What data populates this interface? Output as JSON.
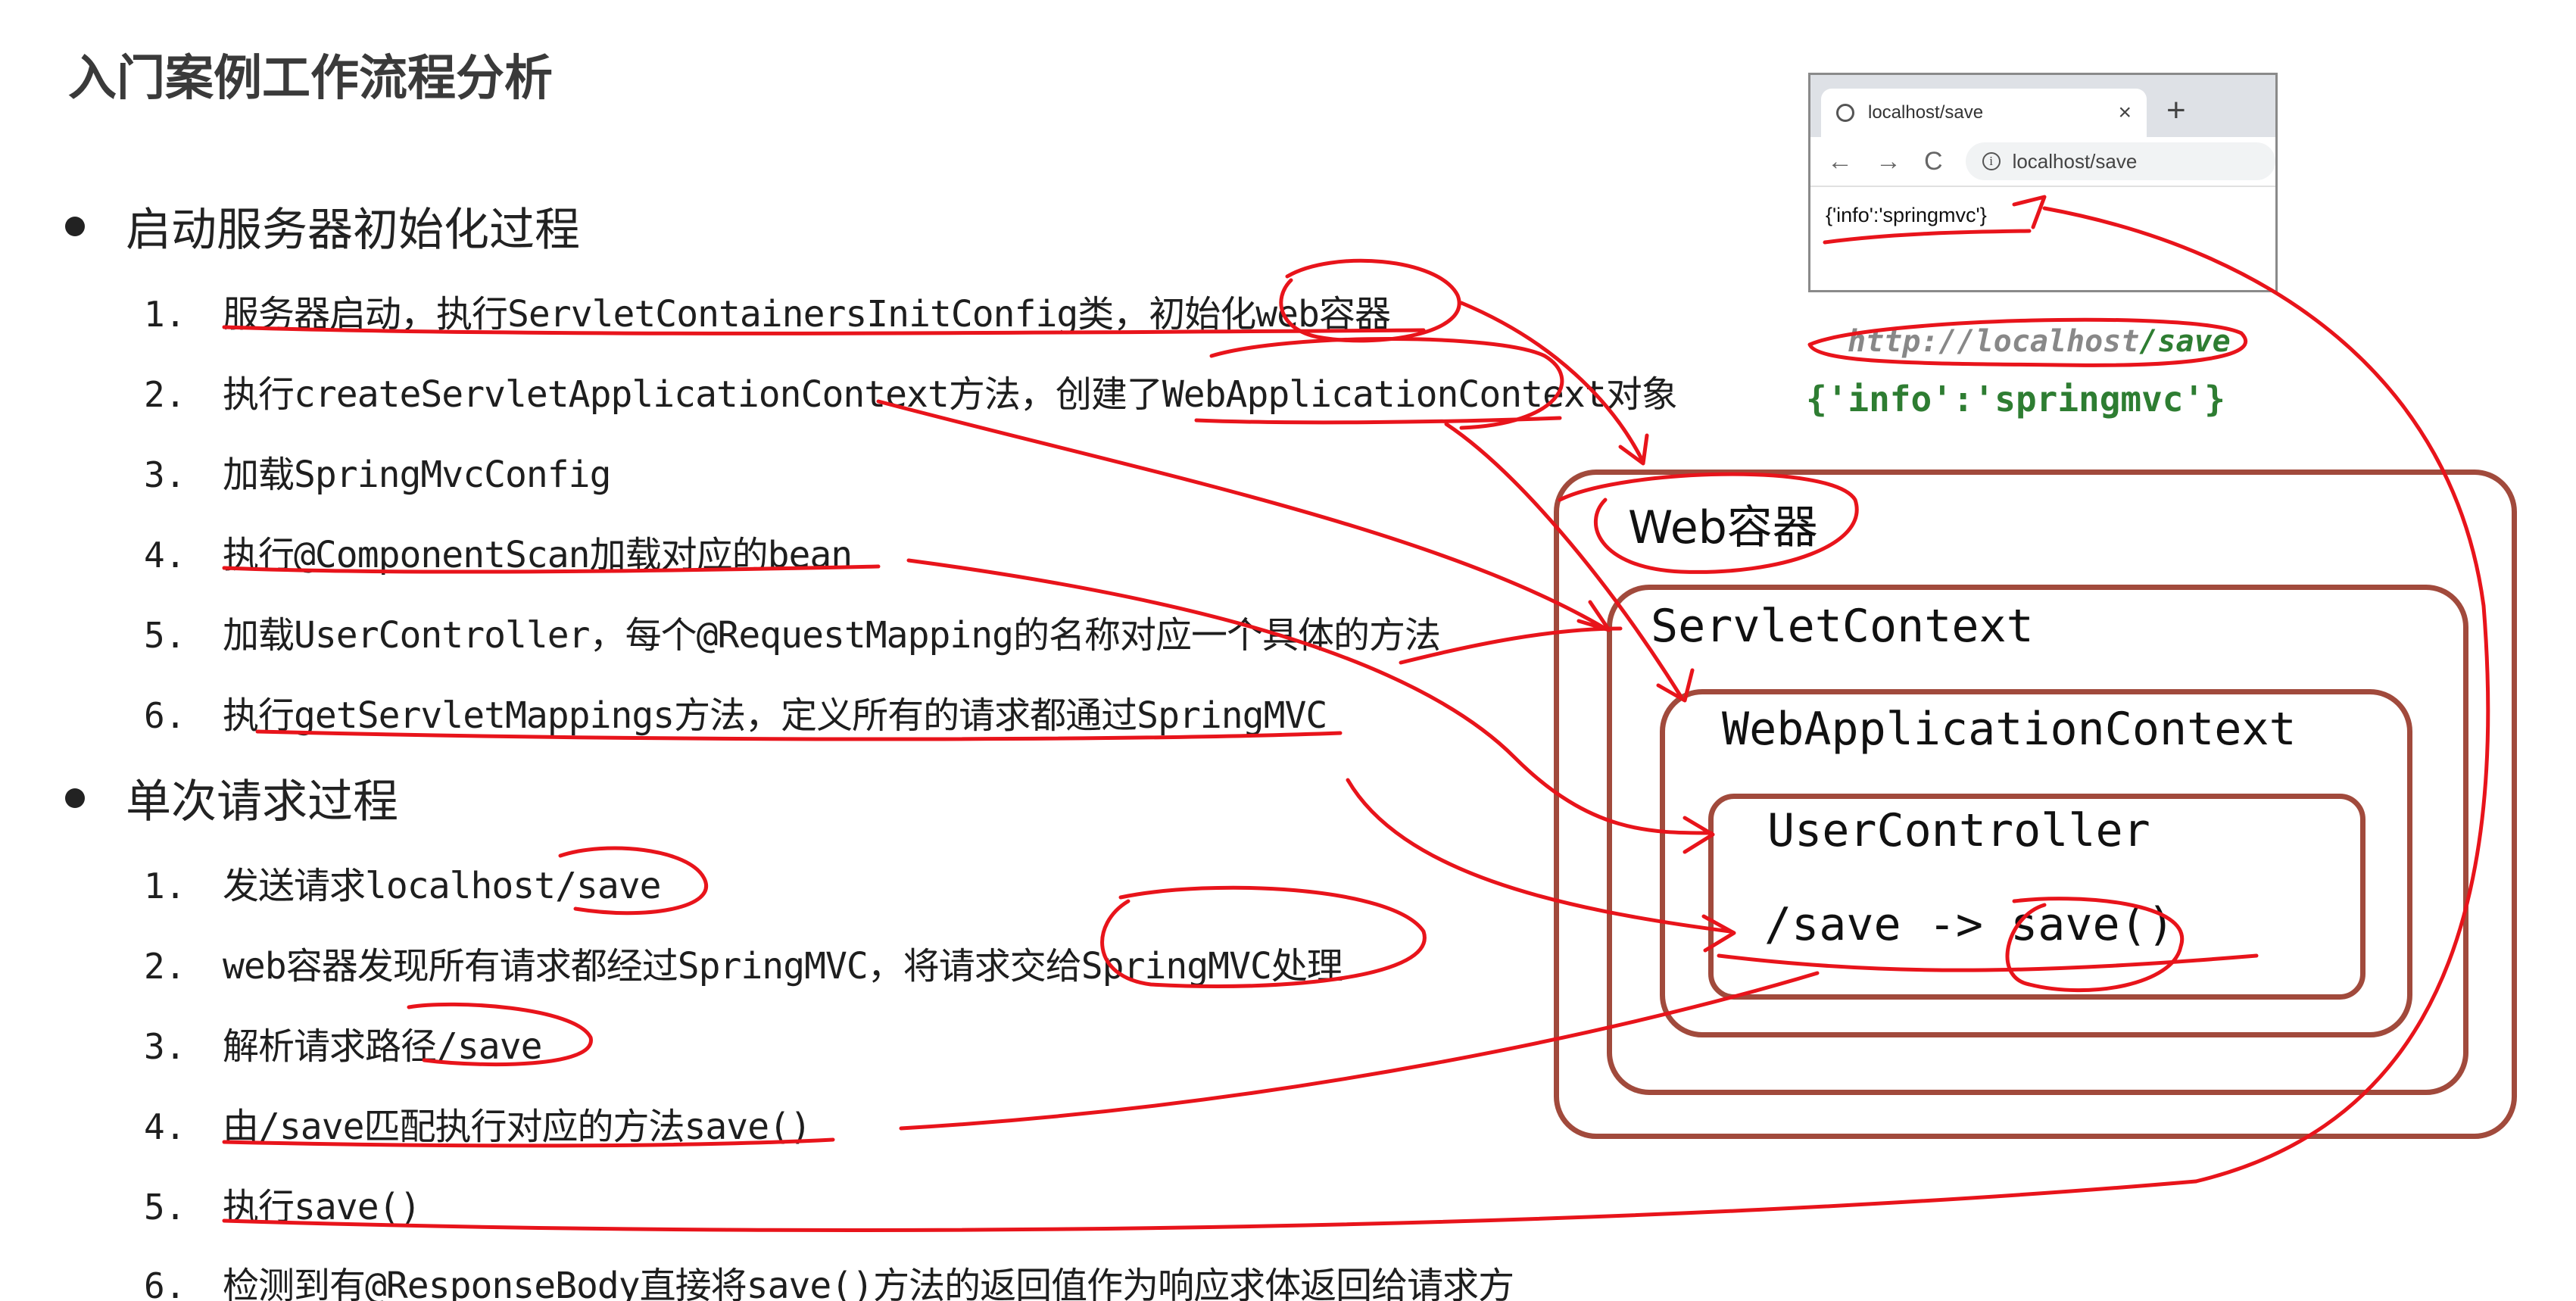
{
  "slide": {
    "title": "入门案例工作流程分析"
  },
  "sections": [
    {
      "heading": "启动服务器初始化过程",
      "items": [
        {
          "num": "1.",
          "text": "服务器启动，执行ServletContainersInitConfig类，初始化web容器"
        },
        {
          "num": "2.",
          "text": "执行createServletApplicationContext方法，创建了WebApplicationContext对象"
        },
        {
          "num": "3.",
          "text": "加载SpringMvcConfig"
        },
        {
          "num": "4.",
          "text": "执行@ComponentScan加载对应的bean"
        },
        {
          "num": "5.",
          "text": "加载UserController，每个@RequestMapping的名称对应一个具体的方法"
        },
        {
          "num": "6.",
          "text": "执行getServletMappings方法，定义所有的请求都通过SpringMVC"
        }
      ]
    },
    {
      "heading": "单次请求过程",
      "items": [
        {
          "num": "1.",
          "text": "发送请求localhost/save"
        },
        {
          "num": "2.",
          "text": "web容器发现所有请求都经过SpringMVC，将请求交给SpringMVC处理"
        },
        {
          "num": "3.",
          "text": "解析请求路径/save"
        },
        {
          "num": "4.",
          "text": "由/save匹配执行对应的方法save()"
        },
        {
          "num": "5.",
          "text": "执行save()"
        },
        {
          "num": "6.",
          "text": "检测到有@ResponseBody直接将save()方法的返回值作为响应求体返回给请求方"
        }
      ]
    }
  ],
  "browser": {
    "tab_title": "localhost/save",
    "tab_close": "×",
    "new_tab": "+",
    "back": "←",
    "forward": "→",
    "reload": "C",
    "info_icon": "i",
    "address": "localhost/save",
    "body": "{'info':'springmvc'}"
  },
  "request": {
    "url_host": "http://localhost",
    "url_path": "/save",
    "response": "{'info':'springmvc'}"
  },
  "diagram": {
    "web_container": "Web容器",
    "servlet_context": "ServletContext",
    "web_app_context": "WebApplicationContext",
    "user_controller": "UserController",
    "mapping": "/save -> save()"
  },
  "colors": {
    "box_border": "#a14a3c",
    "annotation_ink": "#e8141b",
    "response_green": "#2e7d32"
  }
}
